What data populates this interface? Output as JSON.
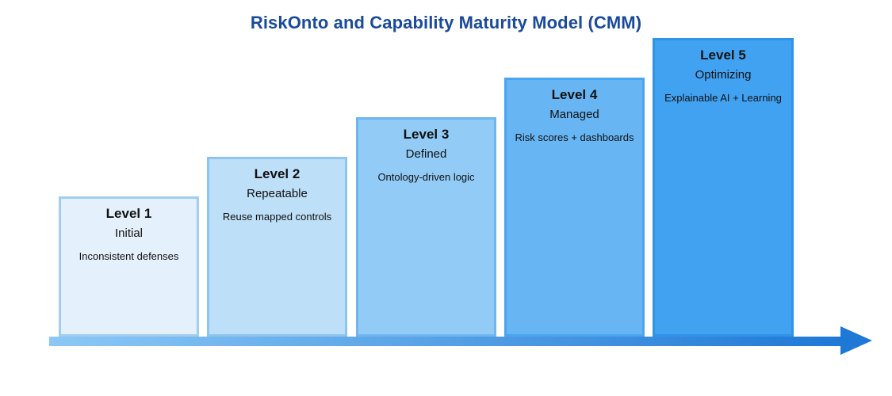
{
  "title": "RiskOnto and Capability Maturity Model (CMM)",
  "levels": [
    {
      "level": "Level 1",
      "stage": "Initial",
      "description": "Inconsistent defenses",
      "fill": "#e4f0fb",
      "border": "#9fcdf3"
    },
    {
      "level": "Level 2",
      "stage": "Repeatable",
      "description": "Reuse mapped controls",
      "fill": "#bddff8",
      "border": "#8cc5f1"
    },
    {
      "level": "Level 3",
      "stage": "Defined",
      "description": "Ontology-driven logic",
      "fill": "#92cbf6",
      "border": "#6fb6f0"
    },
    {
      "level": "Level 4",
      "stage": "Managed",
      "description": "Risk scores + dashboards",
      "fill": "#68b5f4",
      "border": "#4aa5ef"
    },
    {
      "level": "Level 5",
      "stage": "Optimizing",
      "description": "Explainable AI + Learning",
      "fill": "#42a2f2",
      "border": "#2f93ea"
    }
  ],
  "colors": {
    "title": "#1a4a9c",
    "arrow_start": "#8cc8f5",
    "arrow_end": "#1e78d6"
  }
}
